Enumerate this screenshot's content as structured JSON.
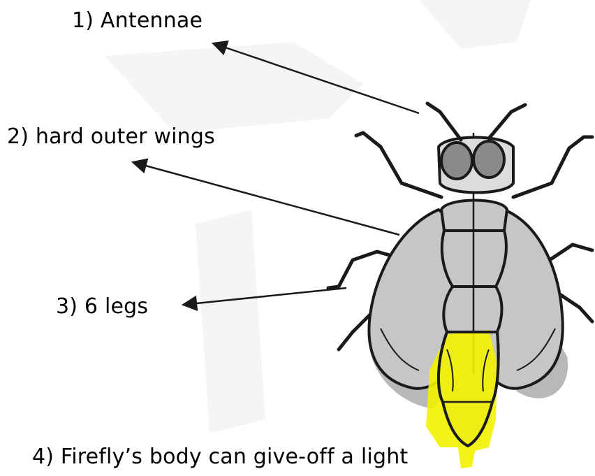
{
  "labels": {
    "antennae": "1) Antennae",
    "wings": "2) hard outer wings",
    "legs": "3) 6 legs",
    "light": "4) Firefly’s body can give-off a light"
  },
  "colors": {
    "body_fill": "#c6c6c6",
    "wing_shadow": "#b3b3b3",
    "eye_fill": "#8a8a8a",
    "glow": "#f2f200",
    "outline": "#1a1a1a",
    "watermark": "#f4f4f4"
  }
}
